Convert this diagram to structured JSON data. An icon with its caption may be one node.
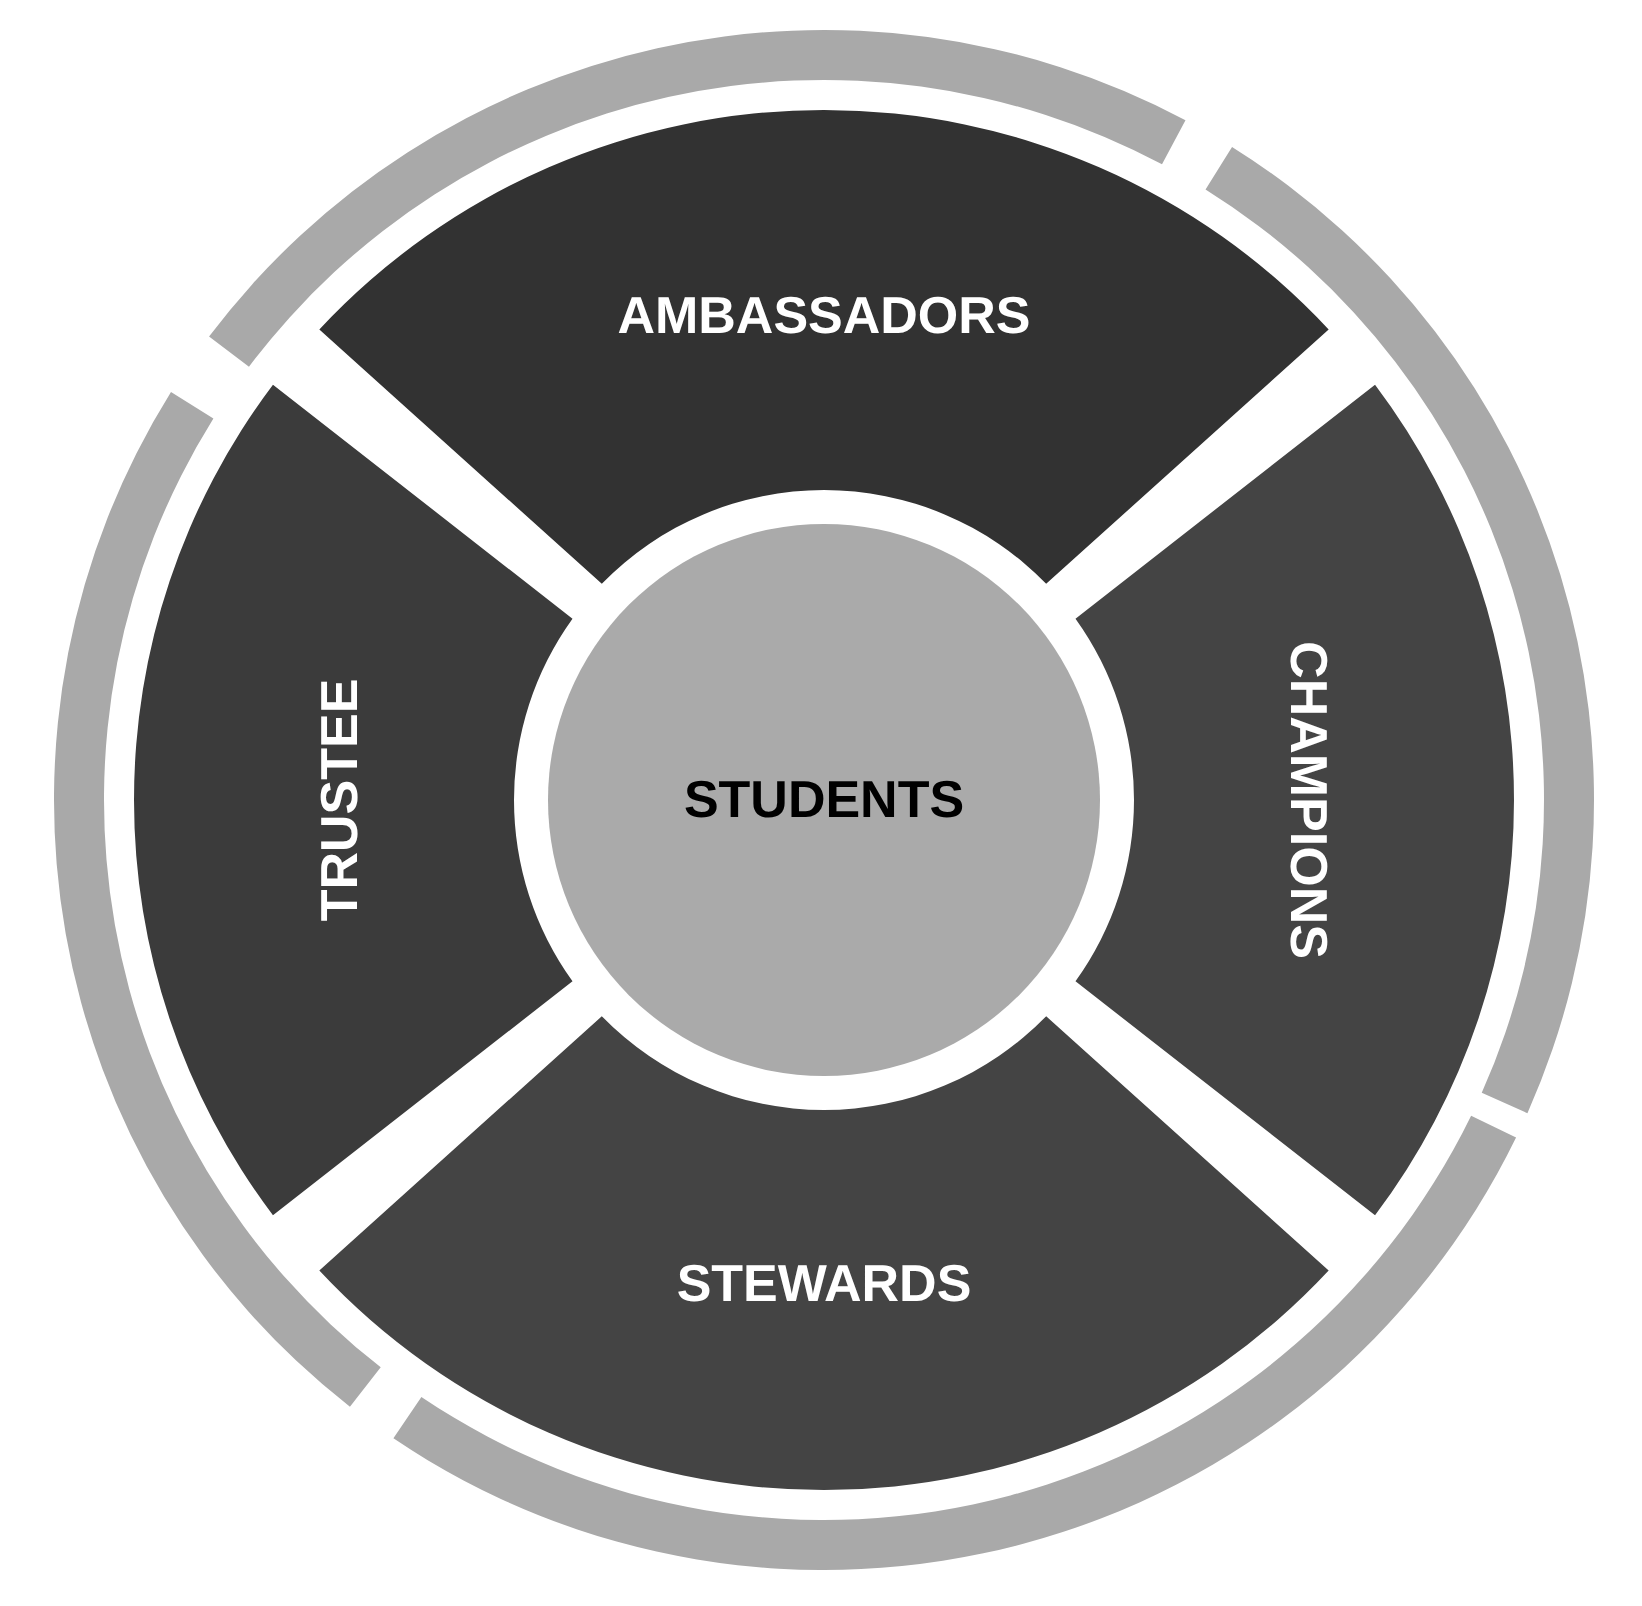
{
  "diagram": {
    "nodes": [
      {
        "text": [
          "AMBASSADORS"
        ]
      },
      {
        "text": [
          "TRUSTEE"
        ]
      },
      {
        "text": [
          "STUDENTS"
        ]
      },
      {
        "text": [
          "CHAMPIONS"
        ]
      },
      {
        "text": [
          "STEWARDS"
        ]
      }
    ]
  }
}
